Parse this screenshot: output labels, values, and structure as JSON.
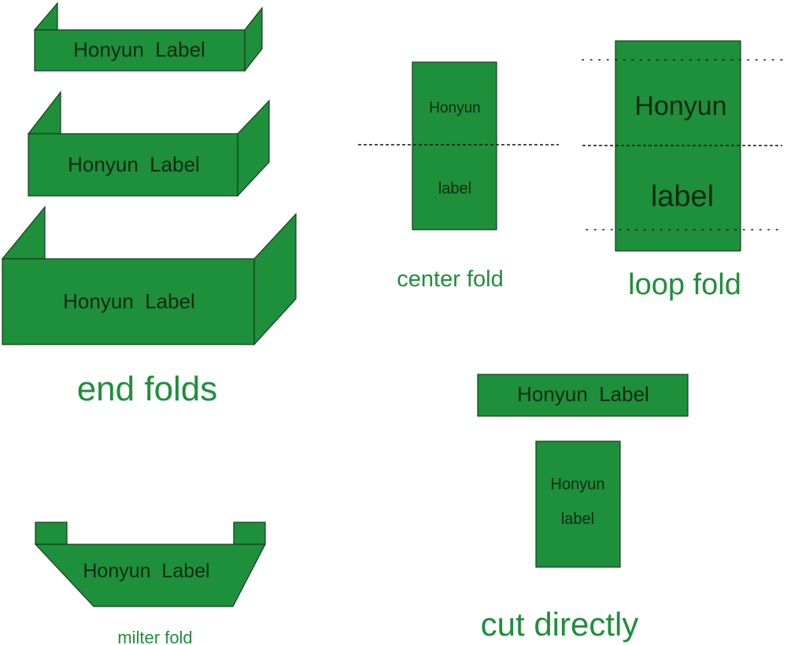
{
  "colors": {
    "label_fill": "#1e8f3a",
    "caption": "#1e8f3a",
    "label_text": "#122916"
  },
  "end_folds": {
    "small_text": "Honyun  Label",
    "medium_text": "Honyun  Label",
    "large_text": "Honyun  Label",
    "caption": "end folds"
  },
  "center_fold": {
    "top_text": "Honyun",
    "bottom_text": "label",
    "caption": "center fold"
  },
  "loop_fold": {
    "top_text": "Honyun",
    "bottom_text": "label",
    "caption": "loop fold"
  },
  "cut_directly": {
    "wide_text": "Honyun  Label",
    "tall_top_text": "Honyun",
    "tall_bottom_text": "label",
    "caption": "cut directly"
  },
  "milter_fold": {
    "text": "Honyun  Label",
    "caption": "milter fold"
  }
}
